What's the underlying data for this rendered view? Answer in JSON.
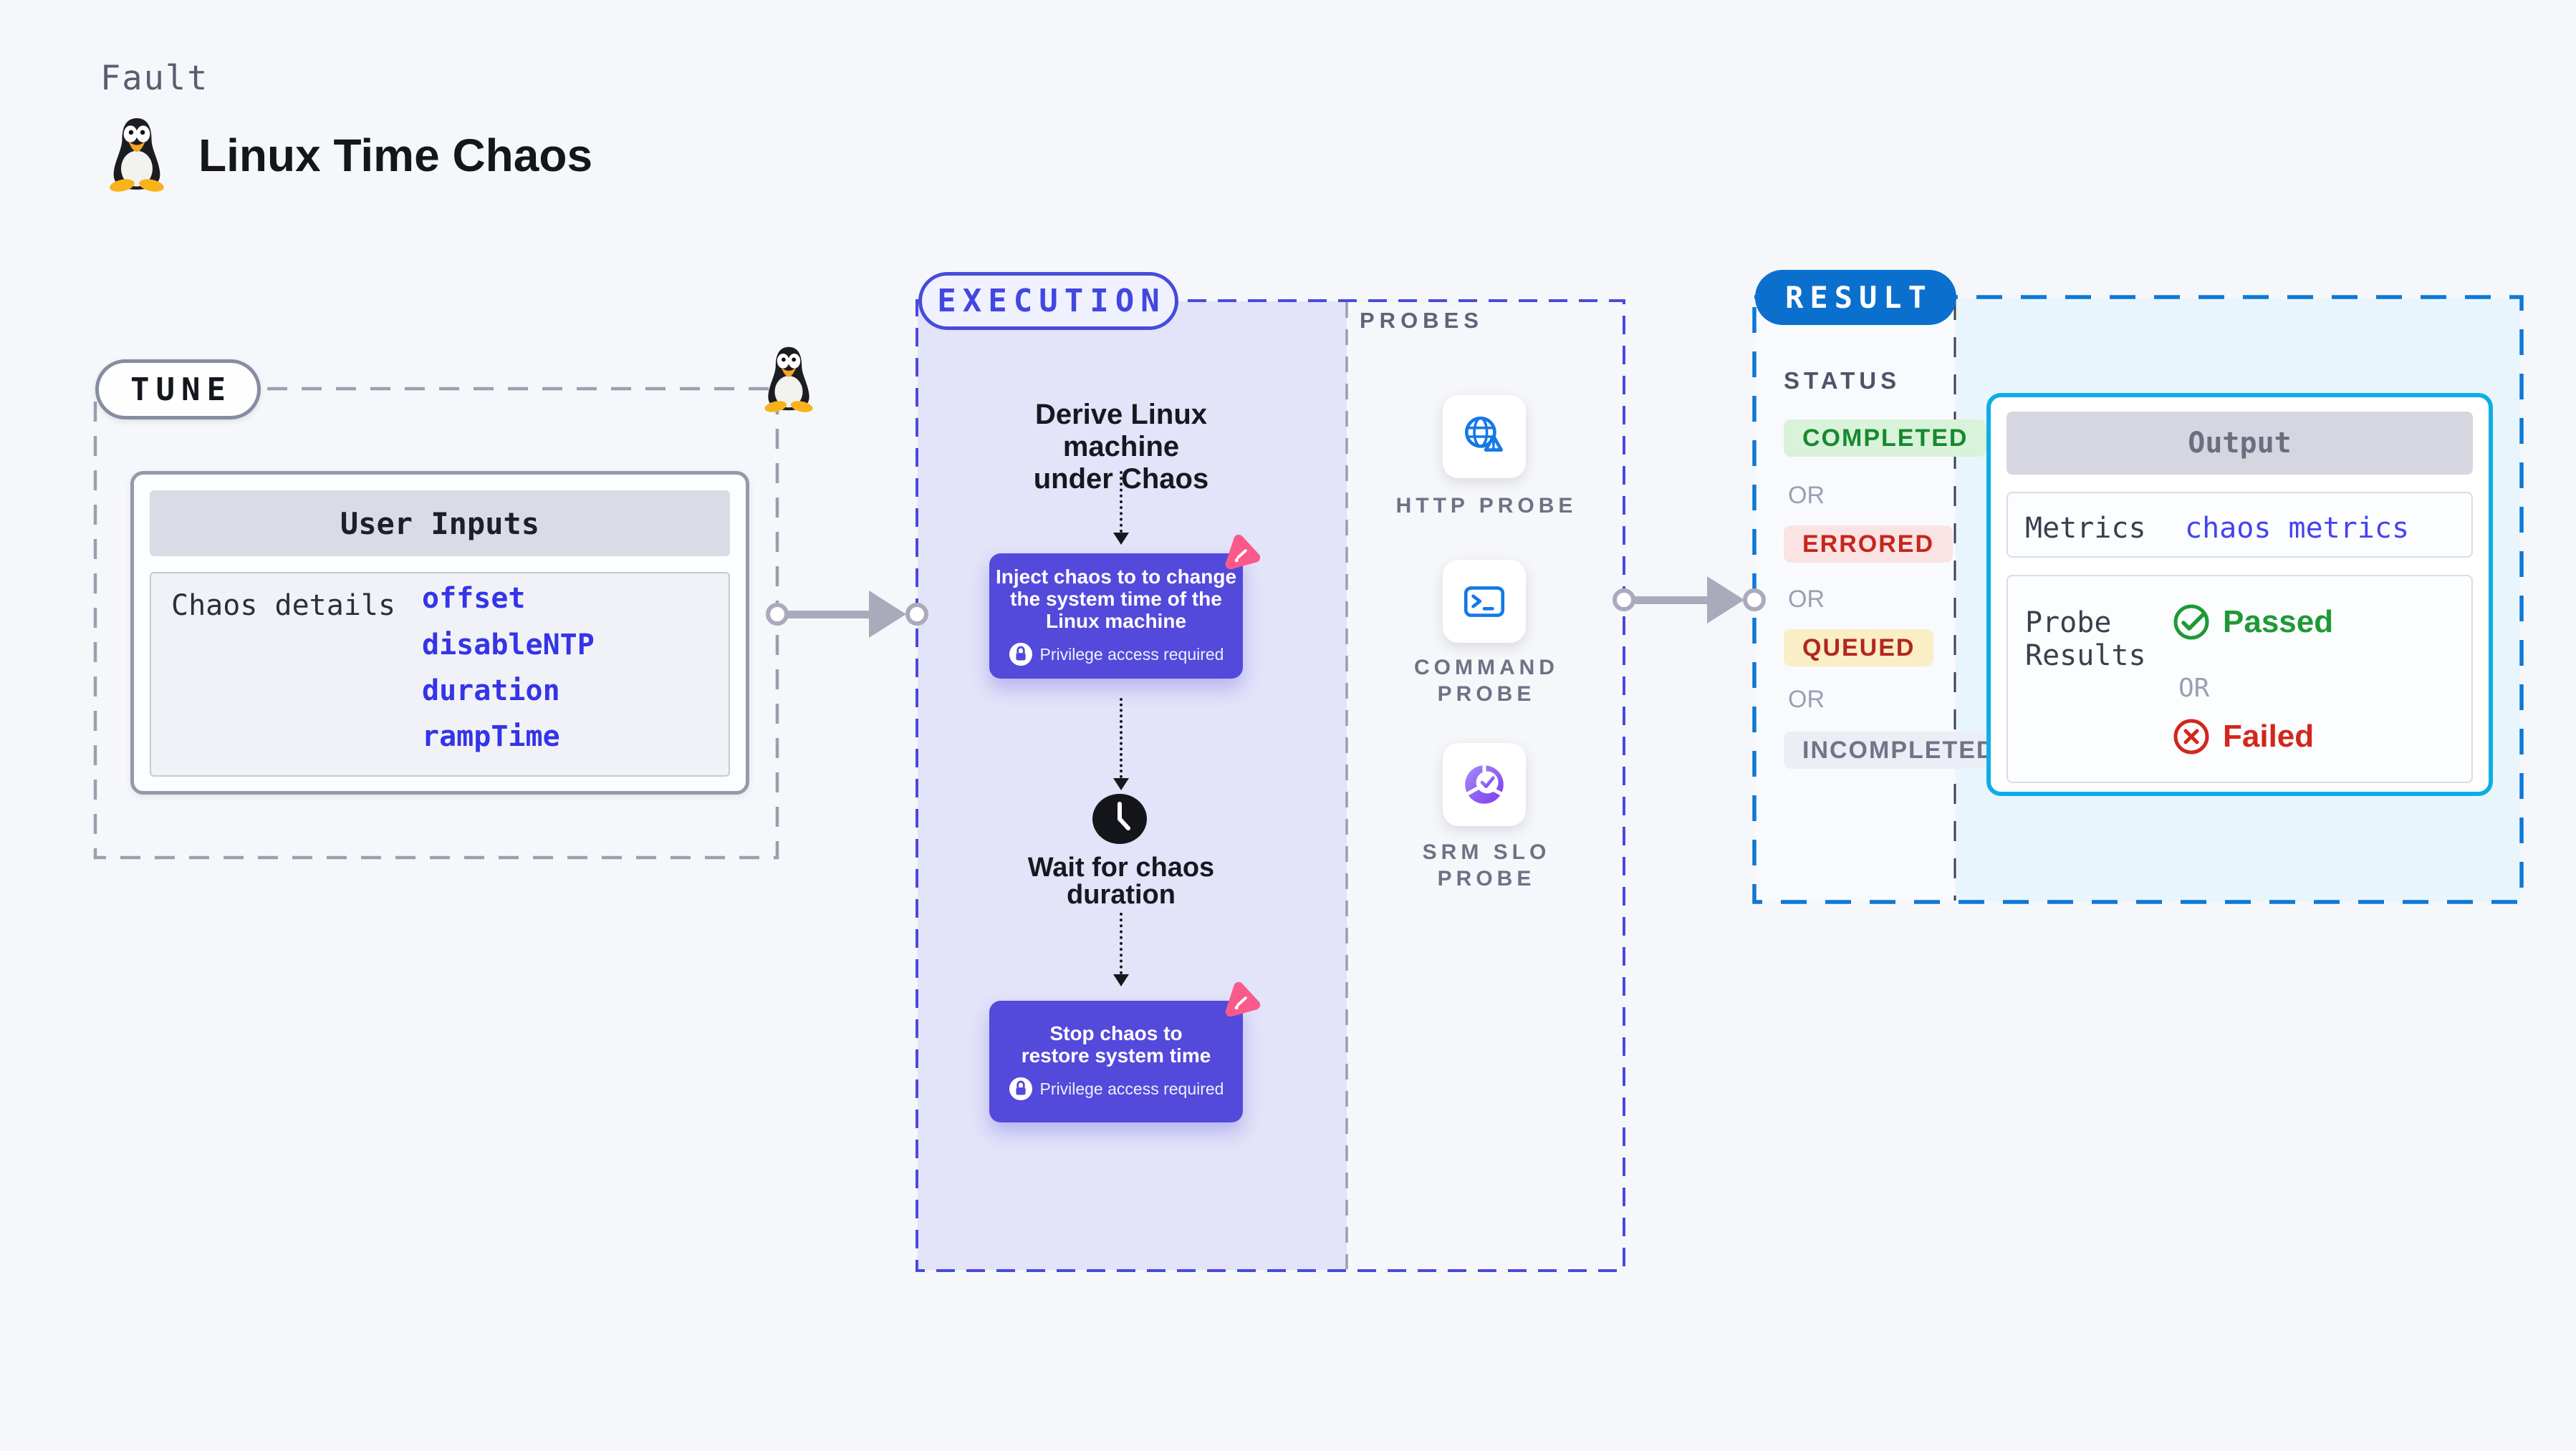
{
  "header": {
    "eyebrow": "Fault",
    "title": "Linux Time Chaos",
    "icon": "tux-penguin"
  },
  "tune": {
    "pill_label": "TUNE",
    "user_inputs": {
      "title": "User Inputs",
      "row_label": "Chaos details",
      "values": [
        "offset",
        "disableNTP",
        "duration",
        "rampTime"
      ]
    }
  },
  "execution": {
    "pill_label": "EXECUTION",
    "derive_step": {
      "line1": "Derive Linux machine",
      "line2": "under Chaos"
    },
    "inject_card": {
      "line1": "Inject chaos to to change",
      "line2": "the system time of the",
      "line3": "Linux machine",
      "privilege_note": "Privilege access required"
    },
    "wait_step": {
      "line1": "Wait for chaos",
      "line2": "duration"
    },
    "stop_card": {
      "line1": "Stop chaos to",
      "line2": "restore system time",
      "privilege_note": "Privilege access required"
    }
  },
  "probes": {
    "section_label": "PROBES",
    "items": [
      {
        "name": "http-probe",
        "line1": "HTTP PROBE",
        "line2": ""
      },
      {
        "name": "command-probe",
        "line1": "COMMAND",
        "line2": "PROBE"
      },
      {
        "name": "srm-slo-probe",
        "line1": "SRM SLO",
        "line2": "PROBE"
      }
    ]
  },
  "result": {
    "pill_label": "RESULT",
    "status": {
      "label": "STATUS",
      "or_label": "OR",
      "badges": [
        {
          "text": "COMPLETED",
          "bg": "#d9f2da",
          "color": "#168a2e"
        },
        {
          "text": "ERRORED",
          "bg": "#fbe3e3",
          "color": "#c6271c"
        },
        {
          "text": "QUEUED",
          "bg": "#faeec6",
          "color": "#b3271e"
        },
        {
          "text": "INCOMPLETED",
          "bg": "#eceef5",
          "color": "#6f7488"
        }
      ]
    },
    "output": {
      "title": "Output",
      "metrics_label": "Metrics",
      "metrics_value": "chaos metrics",
      "probe_results_label": {
        "line1": "Probe",
        "line2": "Results"
      },
      "passed_label": "Passed",
      "or_label": "OR",
      "failed_label": "Failed"
    }
  },
  "colors": {
    "page_bg": "#f6f7fa",
    "execution_fill": "#e3e3f9",
    "execution_border": "#474bdb",
    "result_fill": "#e9f5fd",
    "result_border": "#0d78d6",
    "output_card_border": "#0fade5",
    "indigo_card": "#5349db",
    "result_pill_blue": "#0b70cd",
    "probe_icon_blue": "#1478e8",
    "srm_purple": "#7c3aed",
    "passed_green": "#1d9a34",
    "failed_red": "#d2271b",
    "link_indigo": "#3434e8",
    "connector_gray": "#a9abbb",
    "chaos_badge_pink": "#fa5a8a"
  }
}
